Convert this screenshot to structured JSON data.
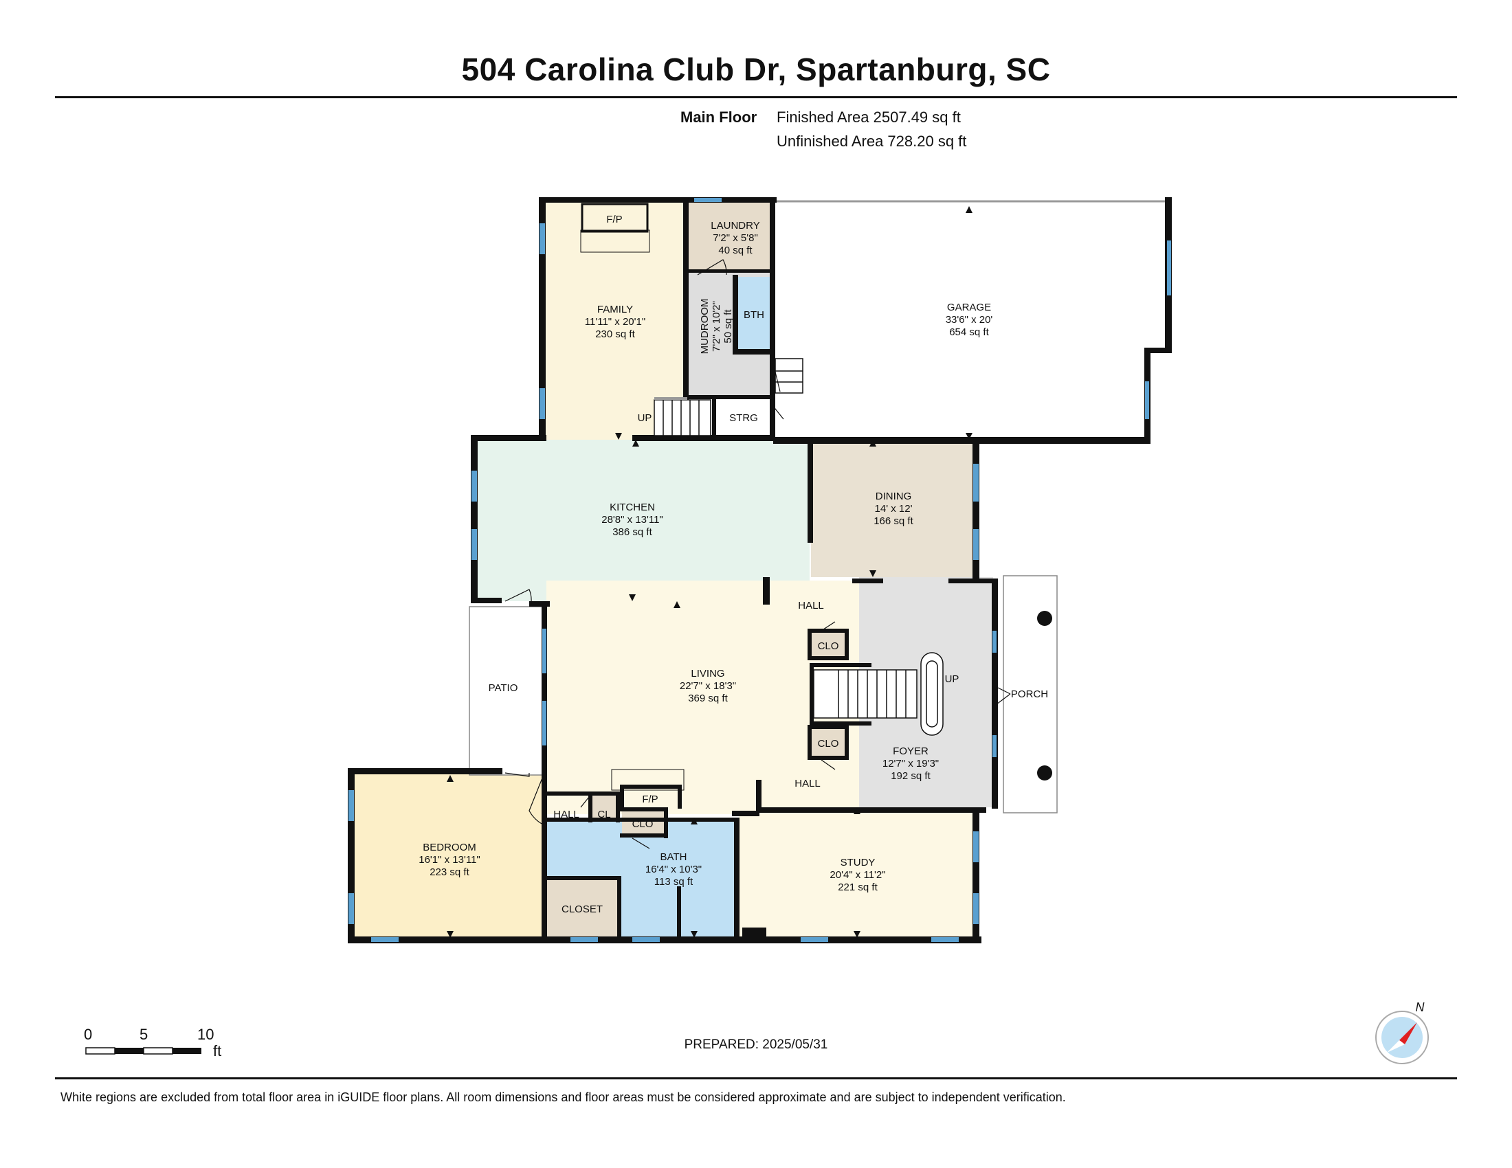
{
  "title": "504 Carolina Club Dr, Spartanburg, SC",
  "floor": {
    "name": "Main Floor",
    "finished_area": "Finished Area 2507.49 sq ft",
    "unfinished_area": "Unfinished Area 728.20 sq ft"
  },
  "colors": {
    "wall": "#111111",
    "window": "#5aa0d0",
    "family": "#fbf4dc",
    "laundry": "#e6dccb",
    "mudroom": "#dedede",
    "bath": "#bfe0f4",
    "kitchen": "#e6f3ec",
    "dining": "#e9e1d2",
    "living": "#fdf8e4",
    "foyer": "#e2e2e2",
    "bedroom": "#fcefc8",
    "study": "#fdf8e4",
    "closet": "#e6dccb",
    "garage": "#ffffff",
    "compass_needle": "#e02020",
    "compass_face": "#bfe0f4"
  },
  "rooms": {
    "family": {
      "name": "FAMILY",
      "dims": "11'11\" x 20'1\"",
      "area": "230 sq ft",
      "fireplace": "F/P"
    },
    "laundry": {
      "name": "LAUNDRY",
      "dims": "7'2\" x 5'8\"",
      "area": "40 sq ft"
    },
    "mudroom": {
      "name": "MUDROOM",
      "dims": "7'2\" x 10'2\"",
      "area": "50 sq ft"
    },
    "bth": {
      "name": "BTH"
    },
    "garage": {
      "name": "GARAGE",
      "dims": "33'6\" x 20'",
      "area": "654 sq ft"
    },
    "strg": {
      "name": "STRG"
    },
    "up_stairs_family": {
      "name": "UP"
    },
    "kitchen": {
      "name": "KITCHEN",
      "dims": "28'8\" x 13'11\"",
      "area": "386 sq ft"
    },
    "dining": {
      "name": "DINING",
      "dims": "14' x 12'",
      "area": "166 sq ft"
    },
    "hall_upper": {
      "name": "HALL"
    },
    "hall_lower": {
      "name": "HALL"
    },
    "hall_bedroom": {
      "name": "HALL"
    },
    "clo_upper": {
      "name": "CLO"
    },
    "clo_lower": {
      "name": "CLO"
    },
    "clo_bath": {
      "name": "CLO"
    },
    "cl": {
      "name": "CL"
    },
    "living_fp": {
      "name": "F/P"
    },
    "up_stairs_foyer": {
      "name": "UP"
    },
    "porch": {
      "name": "PORCH"
    },
    "patio": {
      "name": "PATIO"
    },
    "living": {
      "name": "LIVING",
      "dims": "22'7\" x 18'3\"",
      "area": "369 sq ft"
    },
    "foyer": {
      "name": "FOYER",
      "dims": "12'7\" x 19'3\"",
      "area": "192 sq ft"
    },
    "bedroom": {
      "name": "BEDROOM",
      "dims": "16'1\" x 13'11\"",
      "area": "223 sq ft"
    },
    "bath": {
      "name": "BATH",
      "dims": "16'4\" x 10'3\"",
      "area": "113 sq ft"
    },
    "closet": {
      "name": "CLOSET"
    },
    "study": {
      "name": "STUDY",
      "dims": "20'4\" x 11'2\"",
      "area": "221 sq ft"
    }
  },
  "scale": {
    "labels": [
      "0",
      "5",
      "10"
    ],
    "unit": "ft"
  },
  "compass": {
    "label": "N"
  },
  "prepared": "PREPARED: 2025/05/31",
  "disclaimer": "White regions are excluded from total floor area in iGUIDE floor plans. All room dimensions and floor areas must be considered approximate and are subject to independent verification."
}
